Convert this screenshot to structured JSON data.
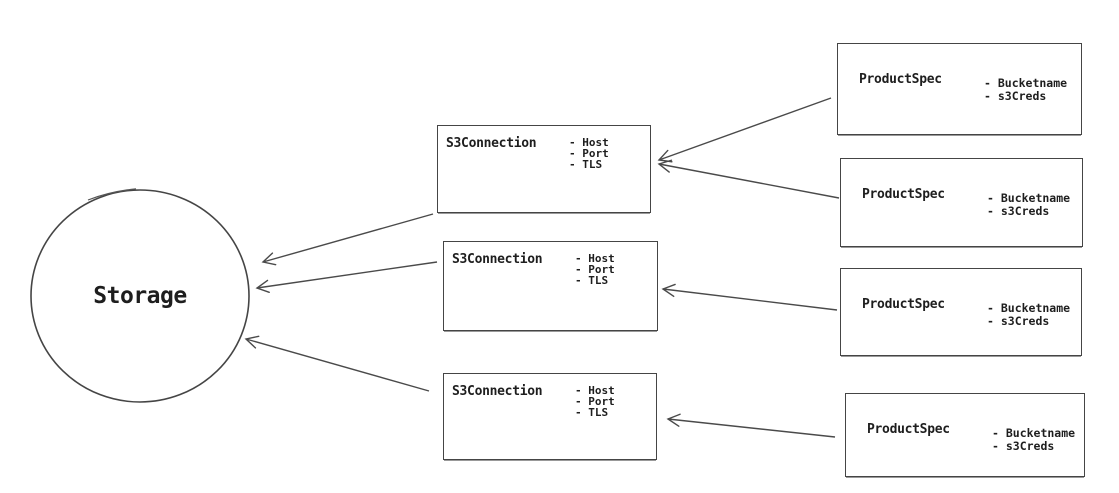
{
  "diagram": {
    "storage": {
      "label": "Storage"
    },
    "s3_connections": [
      {
        "id": "s3-connection-1",
        "title": "S3Connection",
        "attributes": [
          "- Host",
          "- Port",
          "- TLS"
        ]
      },
      {
        "id": "s3-connection-2",
        "title": "S3Connection",
        "attributes": [
          "- Host",
          "- Port",
          "- TLS"
        ]
      },
      {
        "id": "s3-connection-3",
        "title": "S3Connection",
        "attributes": [
          "- Host",
          "- Port",
          "- TLS"
        ]
      }
    ],
    "product_specs": [
      {
        "id": "product-spec-1",
        "title": "ProductSpec",
        "attributes": [
          "- Bucketname",
          "- s3Creds"
        ]
      },
      {
        "id": "product-spec-2",
        "title": "ProductSpec",
        "attributes": [
          "- Bucketname",
          "- s3Creds"
        ]
      },
      {
        "id": "product-spec-3",
        "title": "ProductSpec",
        "attributes": [
          "- Bucketname",
          "- s3Creds"
        ]
      },
      {
        "id": "product-spec-4",
        "title": "ProductSpec",
        "attributes": [
          "- Bucketname",
          "- s3Creds"
        ]
      }
    ],
    "edges": [
      {
        "from": "product-spec-1",
        "to": "s3-connection-1"
      },
      {
        "from": "product-spec-2",
        "to": "s3-connection-1"
      },
      {
        "from": "product-spec-3",
        "to": "s3-connection-2"
      },
      {
        "from": "product-spec-4",
        "to": "s3-connection-3"
      },
      {
        "from": "s3-connection-1",
        "to": "storage"
      },
      {
        "from": "s3-connection-2",
        "to": "storage"
      },
      {
        "from": "s3-connection-3",
        "to": "storage"
      }
    ],
    "colors": {
      "stroke": "#4a4a4a",
      "text": "#1e1e1e",
      "background": "#ffffff"
    }
  }
}
